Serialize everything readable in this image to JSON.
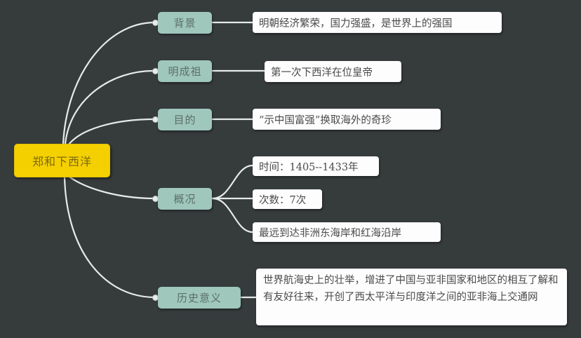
{
  "mindmap": {
    "root": {
      "label": "郑和下西洋",
      "color": "#f5d000"
    },
    "topics": [
      {
        "label": "背景",
        "details": [
          "明朝经济繁荣，国力强盛，是世界上的强国"
        ]
      },
      {
        "label": "明成祖",
        "details": [
          "第一次下西洋在位皇帝"
        ]
      },
      {
        "label": "目的",
        "details": [
          "“示中国富强”换取海外的奇珍"
        ]
      },
      {
        "label": "概况",
        "details": [
          "时间：1405--1433年",
          "次数：7次",
          "最远到达非洲东海岸和红海沿岸"
        ]
      },
      {
        "label": "历史意义",
        "details": [
          "世界航海史上的壮举，增进了中国与亚非国家和地区的相互了解和有友好往来，开创了西太平洋与印度洋之间的亚非海上交通网"
        ]
      }
    ],
    "colors": {
      "background": "#363b3c",
      "topic": "#9fc7bb",
      "leaf": "#fdfdfd",
      "connector": "#e8ecea"
    }
  }
}
